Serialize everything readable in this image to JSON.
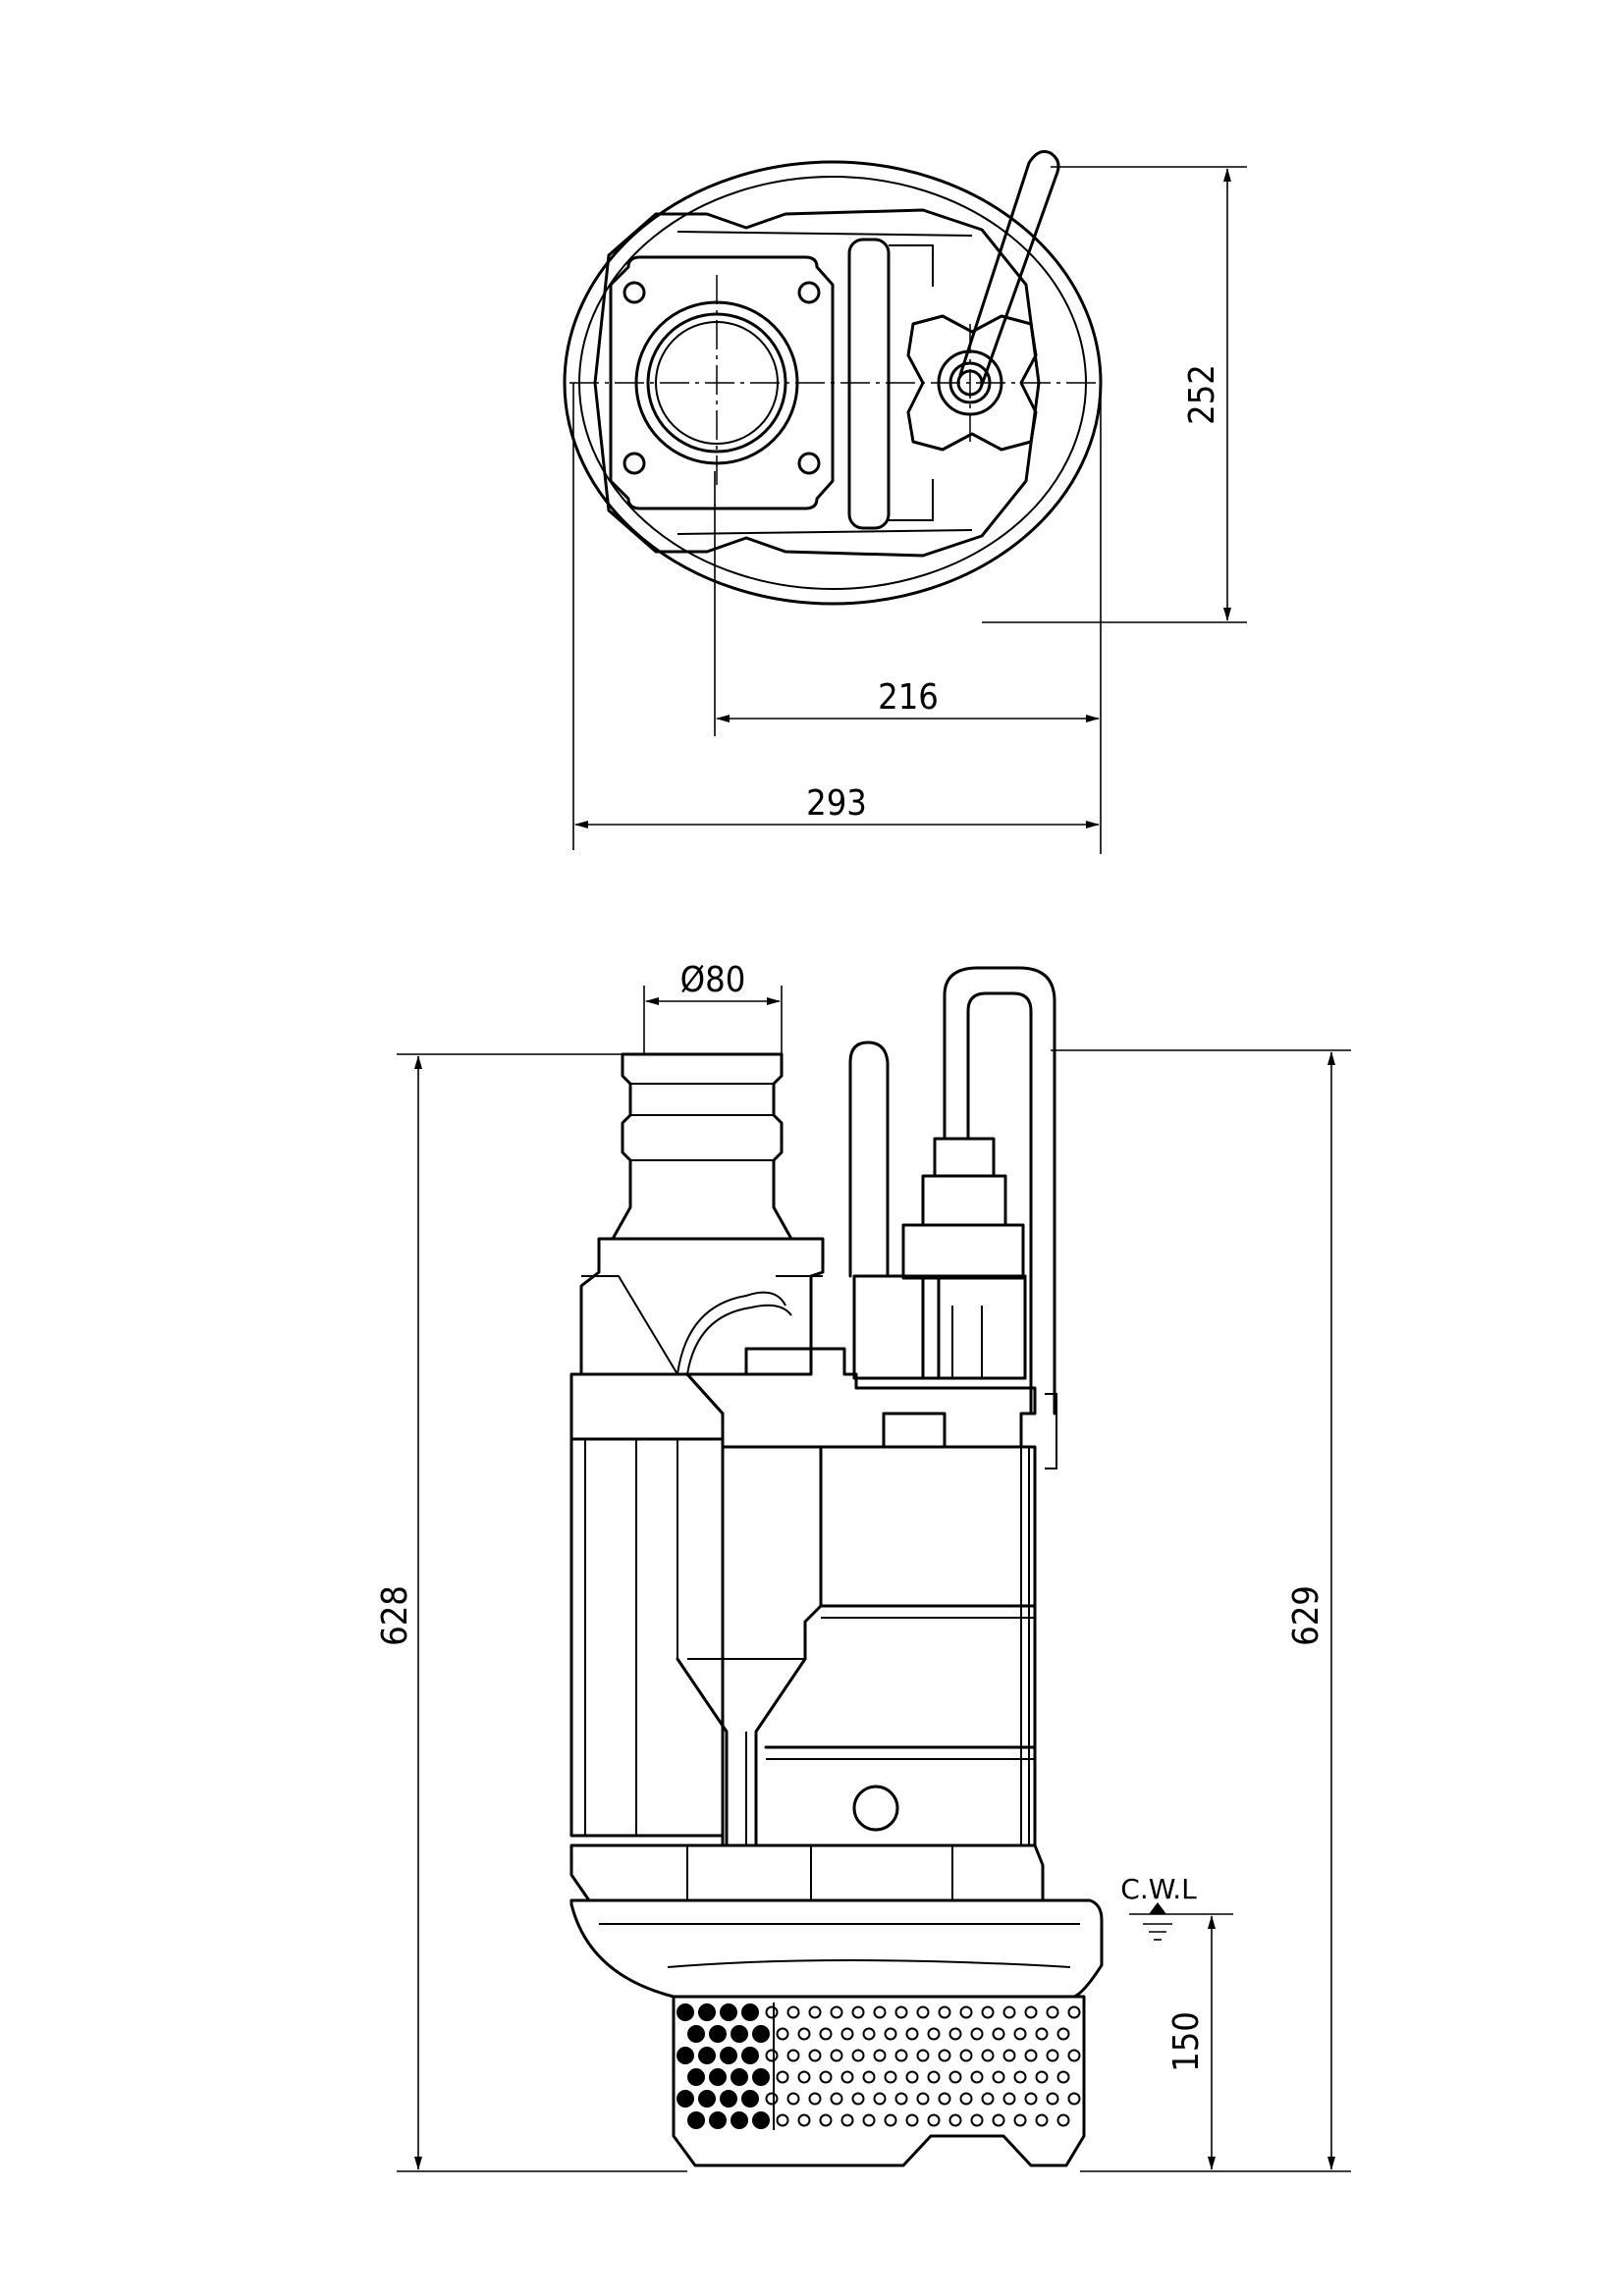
{
  "top_view": {
    "dim_width_overall": "293",
    "dim_width_partial": "216",
    "dim_height": "252"
  },
  "side_view": {
    "dim_outlet_diameter": "Ø80",
    "dim_height_left": "628",
    "dim_height_right": "629",
    "dim_cwl": "150",
    "cwl_label": "C.W.L"
  }
}
